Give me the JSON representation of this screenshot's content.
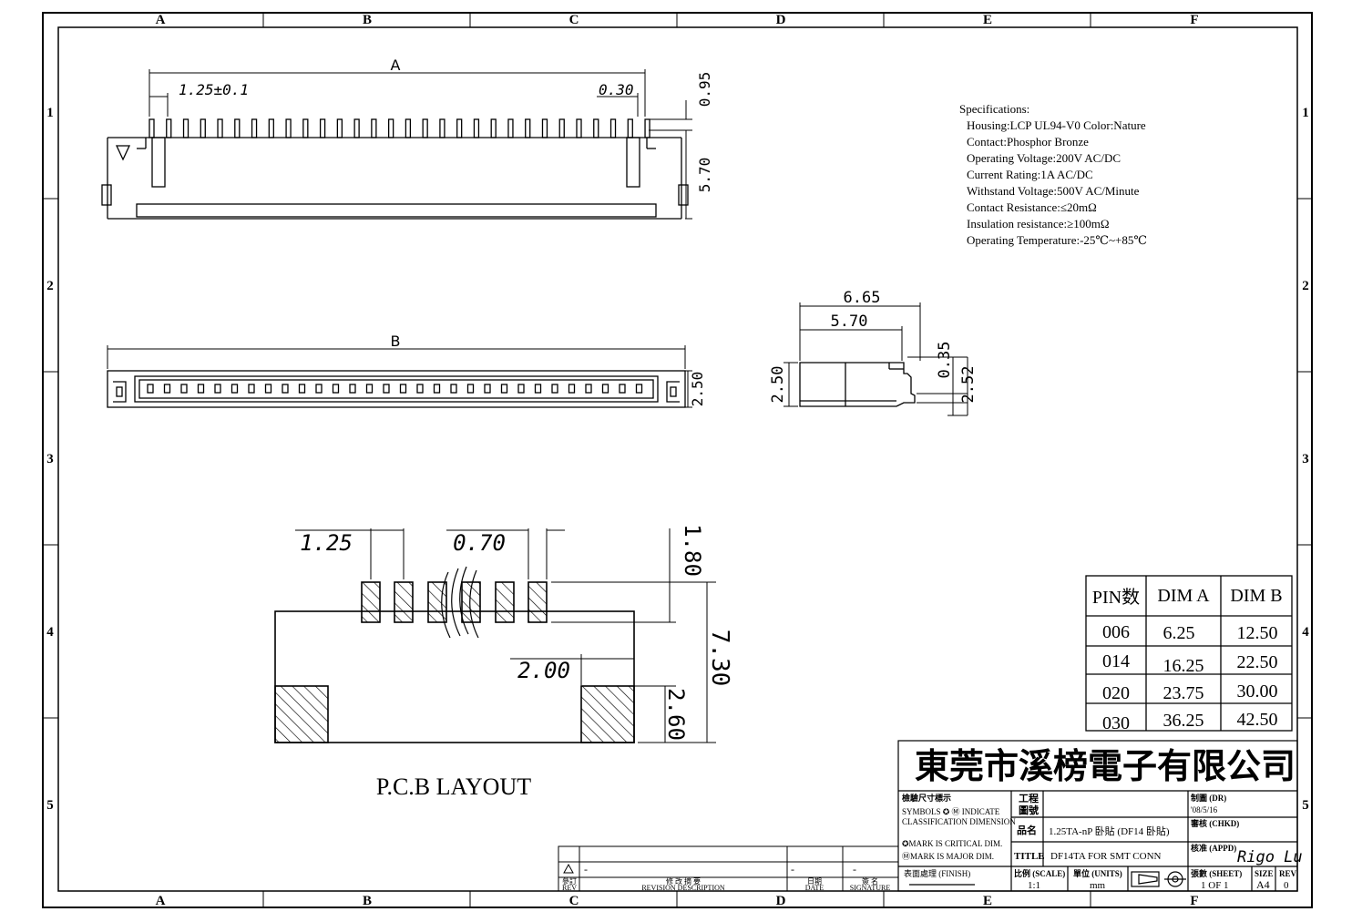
{
  "border": {
    "columns": [
      "A",
      "B",
      "C",
      "D",
      "E",
      "F"
    ],
    "rows": [
      "1",
      "2",
      "3",
      "4",
      "5"
    ]
  },
  "view_a": {
    "label": "A",
    "pitch": "1.25±0.1",
    "pin_width": "0.30",
    "dim_top": "0.95",
    "dim_side": "5.70"
  },
  "view_b": {
    "label": "B",
    "dim_side": "2.50"
  },
  "side_view": {
    "dim_total": "6.65",
    "dim_body": "5.70",
    "dim_left": "2.50",
    "dim_tip": "0.35",
    "dim_right": "2.52"
  },
  "specifications": {
    "heading": "Specifications:",
    "lines": [
      "Housing:LCP UL94-V0 Color:Nature",
      "Contact:Phosphor Bronze",
      "Operating Voltage:200V AC/DC",
      "Current Rating:1A AC/DC",
      "Withstand Voltage:500V AC/Minute",
      "Contact Resistance:≤20mΩ",
      "Insulation resistance:≥100mΩ",
      "Operating Temperature:-25℃~+85℃"
    ]
  },
  "pcb": {
    "title": "P.C.B LAYOUT",
    "pitch": "1.25",
    "pad_width": "0.70",
    "pad_length": "1.80",
    "total_depth": "7.30",
    "anchor_width": "2.00",
    "anchor_depth": "2.60"
  },
  "dim_table": {
    "headers": [
      "PIN数",
      "DIM A",
      "DIM B"
    ],
    "rows": [
      [
        "006",
        "6.25",
        "12.50"
      ],
      [
        "014",
        "16.25",
        "22.50"
      ],
      [
        "020",
        "23.75",
        "30.00"
      ],
      [
        "030",
        "36.25",
        "42.50"
      ]
    ]
  },
  "title_block": {
    "company": "東莞市溪榜電子有限公司",
    "inspect_title": "檢驗尺寸標示",
    "symbols_line1": "SYMBOLS ✪ Ⓜ INDICATE",
    "symbols_line2": "CLASSIFICATION DIMENSION",
    "critical": "✪MARK IS CRITICAL DIM.",
    "major": "ⓂMARK IS MAJOR DIM.",
    "finish_label": "表面處理 (FINISH)",
    "drawing_no_label": "工程\n圖號",
    "drawing_no_l1": "工程",
    "drawing_no_l2": "圖號",
    "part_name_label": "品名",
    "part_name": "1.25TA-nP 卧貼 (DF14 卧貼)",
    "title_label": "TITLE",
    "title_value": "DF14TA FOR SMT  CONN",
    "dr_label": "制圖 (DR)",
    "dr_date": "'08/5/16",
    "chkd_label": "審核 (CHKD)",
    "appd_label": "核准 (APPD)",
    "signature": "Rigo Lu",
    "scale_label": "比例 (SCALE)",
    "scale": "1:1",
    "units_label": "單位 (UNITS)",
    "units": "mm",
    "sheet_label": "張數 (SHEET)",
    "sheet": "1 OF 1",
    "size_label": "SIZE",
    "size": "A4",
    "rev_label": "REV",
    "rev": "0"
  },
  "revision_block": {
    "rev_label": "參訂\nREV",
    "rev_label_1": "參訂",
    "rev_label_2": "REV",
    "desc_label_1": "修 改 摘 要",
    "desc_label_2": "REVISION DESCRIPTION",
    "date_label_1": "日期",
    "date_label_2": "DATE",
    "sign_label_1": "簽 名",
    "sign_label_2": "SIGNATURE",
    "dash": "-"
  }
}
